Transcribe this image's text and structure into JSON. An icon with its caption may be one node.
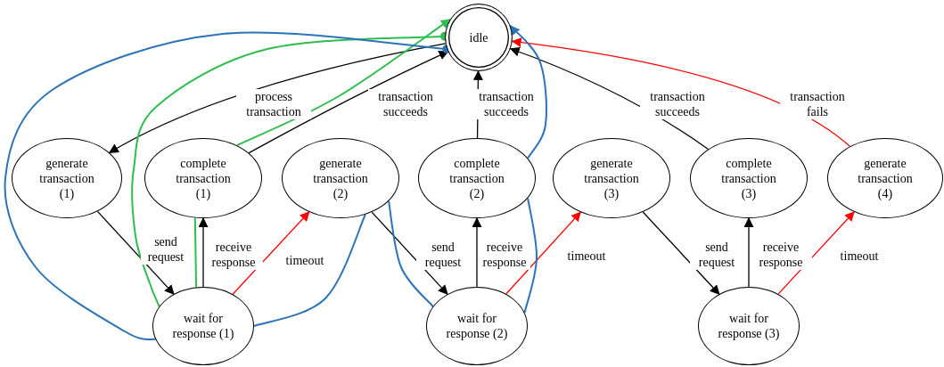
{
  "diagram": {
    "nodes": [
      {
        "text": [
          "idle"
        ]
      },
      {
        "text": [
          "generate transaction (1)"
        ]
      },
      {
        "text": [
          "complete transaction (1)"
        ]
      },
      {
        "text": [
          "generate transaction (2)"
        ]
      },
      {
        "text": [
          "complete transaction (2)"
        ]
      },
      {
        "text": [
          "generate transaction (3)"
        ]
      },
      {
        "text": [
          "complete transaction (3)"
        ]
      },
      {
        "text": [
          "generate transaction (4)"
        ]
      },
      {
        "text": [
          "wait for response (1)"
        ]
      },
      {
        "text": [
          "wait for response (2)"
        ]
      },
      {
        "text": [
          "wait for response (3)"
        ]
      }
    ],
    "edges": [
      {
        "from": 0,
        "to": 1,
        "arrow": "to",
        "label": "process transaction"
      },
      {
        "from": 2,
        "to": 0,
        "arrow": "to",
        "label": "transaction succeeds"
      },
      {
        "from": 4,
        "to": 0,
        "arrow": "to",
        "label": "transaction succeeds"
      },
      {
        "from": 6,
        "to": 0,
        "arrow": "to",
        "label": "transaction succeeds"
      },
      {
        "from": 7,
        "to": 0,
        "arrow": "to",
        "label": "transaction fails",
        "color": "#ff0000"
      },
      {
        "from": 1,
        "to": 8,
        "arrow": "to",
        "label": "send request"
      },
      {
        "from": 8,
        "to": 2,
        "arrow": "to",
        "label": "receive response"
      },
      {
        "from": 8,
        "to": 3,
        "arrow": "to",
        "label": "timeout",
        "color": "#ff0000"
      },
      {
        "from": 3,
        "to": 9,
        "arrow": "to",
        "label": "send request"
      },
      {
        "from": 9,
        "to": 4,
        "arrow": "to",
        "label": "receive response"
      },
      {
        "from": 9,
        "to": 5,
        "arrow": "to",
        "label": "timeout",
        "color": "#ff0000"
      },
      {
        "from": 5,
        "to": 10,
        "arrow": "to",
        "label": "send request"
      },
      {
        "from": 10,
        "to": 6,
        "arrow": "to",
        "label": "receive response"
      },
      {
        "from": 10,
        "to": 7,
        "arrow": "to",
        "label": "timeout",
        "color": "#ff0000"
      },
      {
        "from": 0,
        "to": 8,
        "arrow": "other",
        "color": "#2ebd4e"
      },
      {
        "from": 8,
        "to": 2,
        "arrow": "none",
        "color": "#2ebd4e"
      },
      {
        "from": 2,
        "to": 0,
        "arrow": "to",
        "color": "#2ebd4e"
      },
      {
        "from": 0,
        "to": 8,
        "arrow": "other",
        "color": "#2c73b8"
      },
      {
        "from": 8,
        "to": 3,
        "arrow": "none",
        "color": "#2c73b8"
      },
      {
        "from": 3,
        "to": 9,
        "arrow": "none",
        "color": "#2c73b8"
      },
      {
        "from": 9,
        "to": 4,
        "arrow": "none",
        "color": "#2c73b8"
      },
      {
        "from": 4,
        "to": 0,
        "arrow": "to",
        "color": "#2c73b8"
      }
    ]
  }
}
